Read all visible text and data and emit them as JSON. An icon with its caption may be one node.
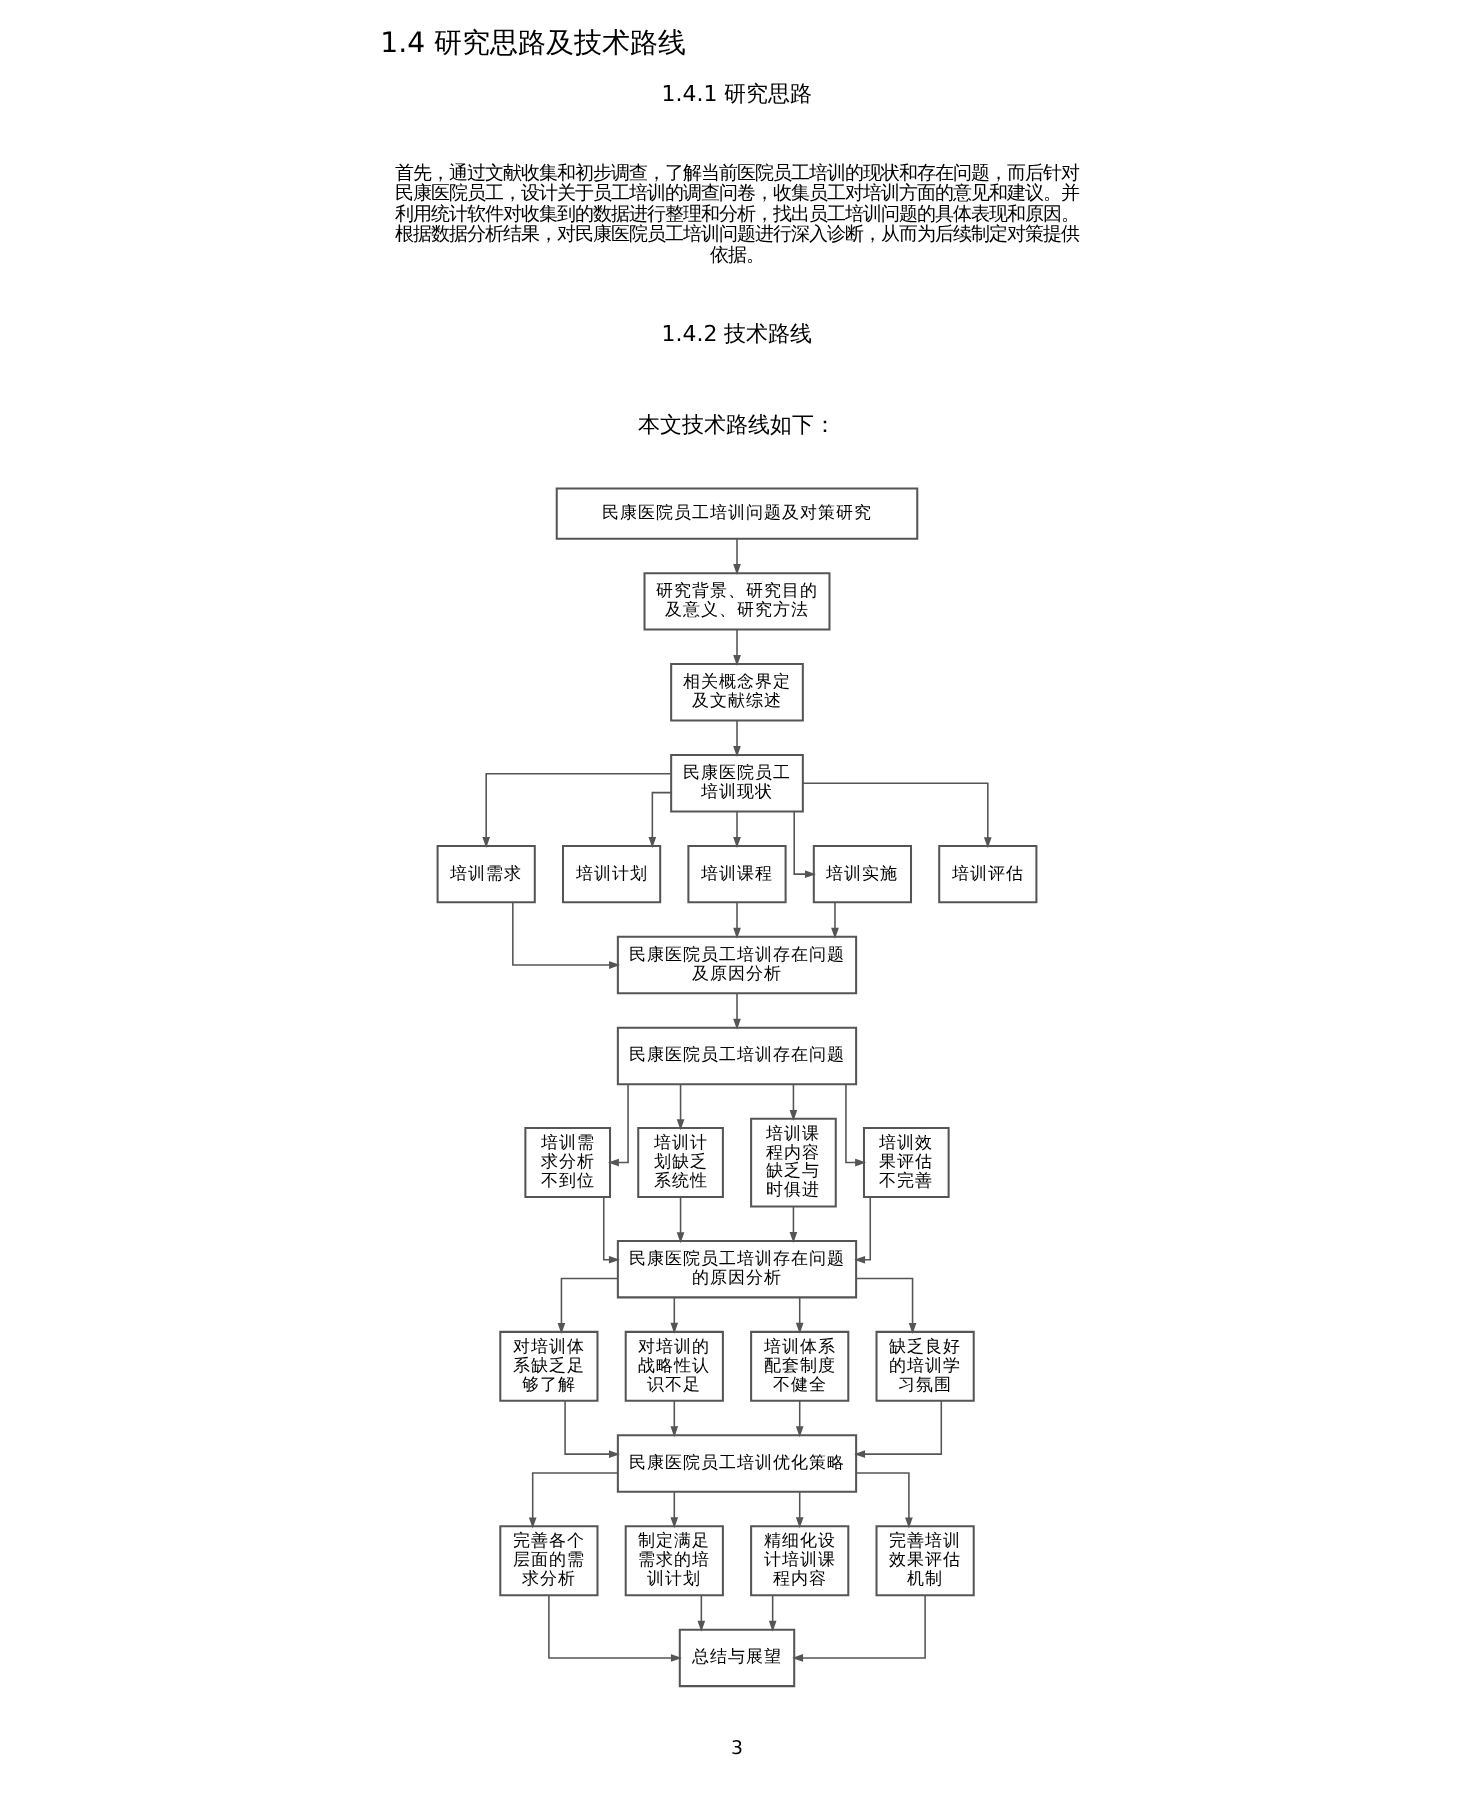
{
  "diagram": {
    "title": "1.4 研究思路及技术路线",
    "nodes": [
      {
        "text": [
          "民康医院员工培训问题及对策研究"
        ]
      },
      {
        "text": [
          "研究背景、研究目的及意义、研究方法"
        ]
      },
      {
        "text": [
          "相关概念界定及文献综述"
        ]
      },
      {
        "text": [
          "民康医院员工培训现状"
        ]
      },
      {
        "text": [
          "培训需求"
        ]
      },
      {
        "text": [
          "培训计划"
        ]
      },
      {
        "text": [
          "培训课程"
        ]
      },
      {
        "text": [
          "培训实施"
        ]
      },
      {
        "text": [
          "培训评估"
        ]
      },
      {
        "text": [
          "民康医院员工培训存在问题及原因分析"
        ]
      },
      {
        "text": [
          "民康医院员工培训存在问题"
        ]
      },
      {
        "text": [
          "培训需求分析不到位"
        ]
      },
      {
        "text": [
          "培训计划缺乏系统性"
        ]
      },
      {
        "text": [
          "培训课程内容缺乏与时俱进"
        ]
      },
      {
        "text": [
          "培训效果评估不完善"
        ]
      },
      {
        "text": [
          "民康医院员工培训存在问题的原因分析"
        ]
      },
      {
        "text": [
          "对培训体系缺乏足够了解"
        ]
      },
      {
        "text": [
          "对培训的战略性认识不足"
        ]
      },
      {
        "text": [
          "培训体系配套制度不健全"
        ]
      },
      {
        "text": [
          "缺乏良好的培训学习氛围"
        ]
      },
      {
        "text": [
          "民康医院员工培训优化策略"
        ]
      },
      {
        "text": [
          "完善各个层面的需求分析"
        ]
      },
      {
        "text": [
          "制定满足需求的培训计划"
        ]
      },
      {
        "text": [
          "精细化设计培训课程内容"
        ]
      },
      {
        "text": [
          "完善培训效果评估机制"
        ]
      },
      {
        "text": [
          "总结与展望"
        ]
      }
    ],
    "edges": [
      {
        "from": 0,
        "to": 1,
        "arrow": "to"
      },
      {
        "from": 1,
        "to": 2,
        "arrow": "to"
      },
      {
        "from": 2,
        "to": 3,
        "arrow": "to"
      },
      {
        "from": 3,
        "to": 4,
        "arrow": "to"
      },
      {
        "from": 3,
        "to": 5,
        "arrow": "to"
      },
      {
        "from": 3,
        "to": 6,
        "arrow": "to"
      },
      {
        "from": 3,
        "to": 7,
        "arrow": "to"
      },
      {
        "from": 3,
        "to": 8,
        "arrow": "to"
      },
      {
        "from": 4,
        "to": 9,
        "arrow": "to"
      },
      {
        "from": 6,
        "to": 9,
        "arrow": "to"
      },
      {
        "from": 7,
        "to": 9,
        "arrow": "to"
      },
      {
        "from": 9,
        "to": 10,
        "arrow": "to"
      },
      {
        "from": 10,
        "to": 11,
        "arrow": "to"
      },
      {
        "from": 10,
        "to": 12,
        "arrow": "to"
      },
      {
        "from": 10,
        "to": 13,
        "arrow": "to"
      },
      {
        "from": 10,
        "to": 14,
        "arrow": "to"
      },
      {
        "from": 11,
        "to": 15,
        "arrow": "to"
      },
      {
        "from": 12,
        "to": 15,
        "arrow": "to"
      },
      {
        "from": 13,
        "to": 15,
        "arrow": "to"
      },
      {
        "from": 14,
        "to": 15,
        "arrow": "to"
      },
      {
        "from": 15,
        "to": 16,
        "arrow": "to"
      },
      {
        "from": 15,
        "to": 17,
        "arrow": "to"
      },
      {
        "from": 15,
        "to": 18,
        "arrow": "to"
      },
      {
        "from": 15,
        "to": 19,
        "arrow": "to"
      },
      {
        "from": 16,
        "to": 20,
        "arrow": "to"
      },
      {
        "from": 17,
        "to": 20,
        "arrow": "to"
      },
      {
        "from": 18,
        "to": 20,
        "arrow": "to"
      },
      {
        "from": 19,
        "to": 20,
        "arrow": "to"
      },
      {
        "from": 20,
        "to": 21,
        "arrow": "to"
      },
      {
        "from": 20,
        "to": 22,
        "arrow": "to"
      },
      {
        "from": 20,
        "to": 23,
        "arrow": "to"
      },
      {
        "from": 20,
        "to": 24,
        "arrow": "to"
      },
      {
        "from": 21,
        "to": 25,
        "arrow": "to"
      },
      {
        "from": 22,
        "to": 25,
        "arrow": "to"
      },
      {
        "from": 23,
        "to": 25,
        "arrow": "to"
      },
      {
        "from": 24,
        "to": 25,
        "arrow": "to"
      }
    ],
    "labels": [
      "1.4.1 研究思路",
      "首先，通过文献收集和初步调查，了解当前医院员工培训的现状和存在问题，而后针对民康医院员工，设计关于员工培训的调查问卷，收集员工对培训方面的意见和建议。并利用统计软件对收集到的数据进行整理和分析，找出员工培训问题的具体表现和原因。根据数据分析结果，对民康医院员工培训问题进行深入诊断，从而为后续制定对策提供依据。",
      "1.4.2 技术路线",
      "本文技术路线如下：",
      "3"
    ]
  }
}
